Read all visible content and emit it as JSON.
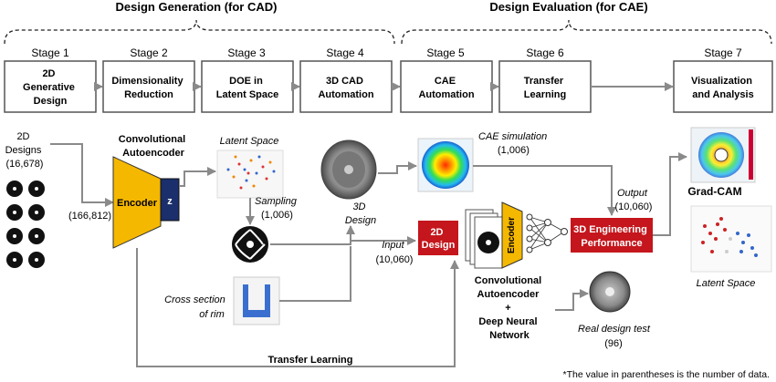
{
  "phases": {
    "design": "Design Generation (for CAD)",
    "evaluation": "Design Evaluation (for CAE)"
  },
  "stages": [
    {
      "label": "Stage 1",
      "lines": [
        "2D",
        "Generative",
        "Design"
      ]
    },
    {
      "label": "Stage 2",
      "lines": [
        "Dimensionality",
        "Reduction"
      ]
    },
    {
      "label": "Stage 3",
      "lines": [
        "DOE in",
        "Latent Space"
      ]
    },
    {
      "label": "Stage 4",
      "lines": [
        "3D CAD",
        "Automation"
      ]
    },
    {
      "label": "Stage 5",
      "lines": [
        "CAE",
        "Automation"
      ]
    },
    {
      "label": "Stage 6",
      "lines": [
        "Transfer",
        "Learning"
      ]
    },
    {
      "label": "Stage 7",
      "lines": [
        "Visualization",
        "and Analysis"
      ]
    }
  ],
  "labels": {
    "designs_2d": [
      "2D",
      "Designs",
      "(16,678)"
    ],
    "count_166812": "(166,812)",
    "conv_autoencoder_top": [
      "Convolutional",
      "Autoencoder"
    ],
    "encoder": "Encoder",
    "z": "z",
    "latent_space": "Latent Space",
    "sampling": [
      "Sampling",
      "(1,006)"
    ],
    "design_3d": [
      "3D",
      "Design"
    ],
    "cae_simulation": [
      "CAE simulation",
      "(1,006)"
    ],
    "input": [
      "Input",
      "(10,060)"
    ],
    "output": [
      "Output",
      "(10,060)"
    ],
    "box_2d_design": [
      "2D",
      "Design"
    ],
    "encoder_vertical": "Encoder",
    "box_3d_perf": [
      "3D Engineering",
      "Performance"
    ],
    "grad_cam": "Grad-CAM",
    "latent_space_right": "Latent Space",
    "cross_section": [
      "Cross section",
      "of rim"
    ],
    "conv_dnn": [
      "Convolutional",
      "Autoencoder",
      "+",
      "Deep Neural",
      "Network"
    ],
    "real_design_test": [
      "Real design test",
      "(96)"
    ],
    "transfer_learning": "Transfer Learning",
    "footnote": "*The value in parentheses is the number of data."
  },
  "colors": {
    "gold": "#f5b800",
    "navy": "#1a2f6b",
    "red": "#c4161c",
    "arrow": "#8a8a8a"
  }
}
